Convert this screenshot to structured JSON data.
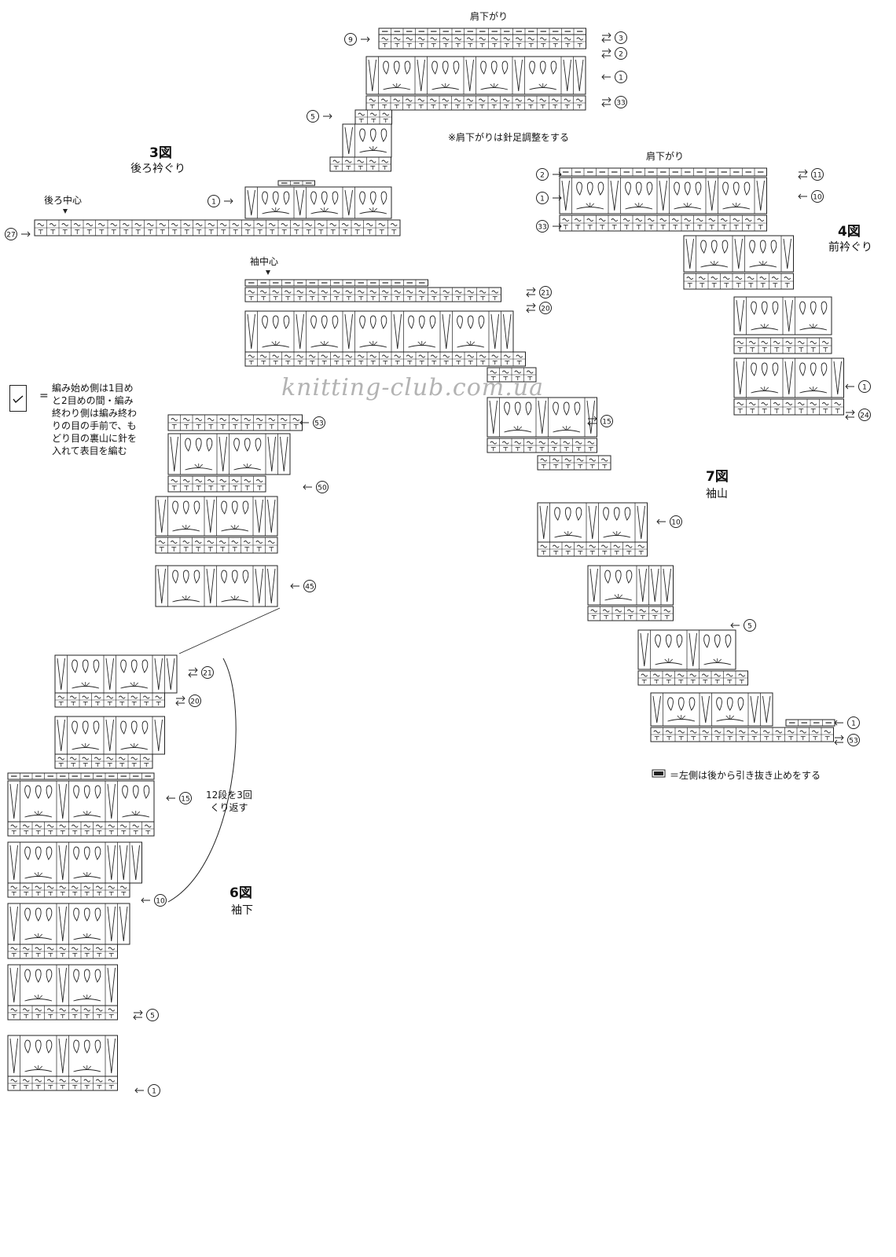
{
  "figures": {
    "fig3": {
      "number": "3図",
      "name": "後ろ衿ぐり",
      "center_label": "後ろ中心",
      "shoulder_label": "肩下がり"
    },
    "fig4": {
      "number": "4図",
      "name": "前衿ぐり",
      "shoulder_label": "肩下がり"
    },
    "fig6": {
      "number": "6図",
      "name": "袖下",
      "repeat_note_line1": "12段を3回",
      "repeat_note_line2": "くり返す"
    },
    "fig7": {
      "number": "7図",
      "name": "袖山",
      "center_label": "袖中心"
    }
  },
  "notes": {
    "shoulder_adjust": "※肩下がりは針足調整をする",
    "bindoff_left": "＝左側は後から引き抜き止めをする"
  },
  "legend": {
    "equals": "=",
    "text": "編み始め側は1目めと2目めの間・編み終わり側は編み終わりの目の手前で、もどり目の裏山に針を入れて表目を編む"
  },
  "watermark": "knitting-club.com.ua",
  "row_markers": {
    "fig3": [
      "9",
      "3",
      "2",
      "1",
      "33",
      "5",
      "1",
      "27"
    ],
    "fig4": [
      "2",
      "11",
      "1",
      "10",
      "33",
      "1",
      "24"
    ],
    "fig7": [
      "21",
      "20",
      "15",
      "10",
      "5",
      "1",
      "53"
    ],
    "fig6_upper": [
      "53",
      "50",
      "45"
    ],
    "fig6": [
      "21",
      "20",
      "15",
      "10",
      "5",
      "1"
    ]
  }
}
